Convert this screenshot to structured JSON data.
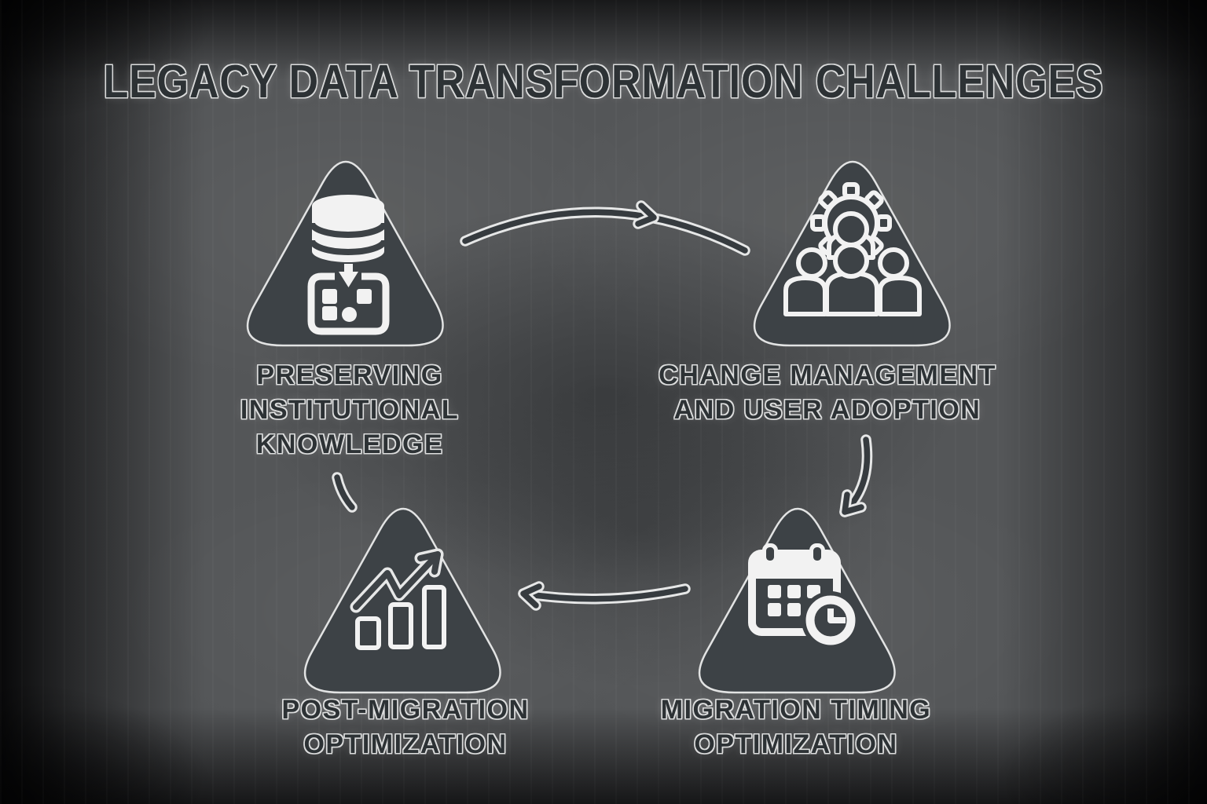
{
  "title": "LEGACY DATA TRANSFORMATION CHALLENGES",
  "nodes": [
    {
      "id": "preserving-knowledge",
      "label": "PRESERVING\nINSTITUTIONAL\nKNOWLEDGE",
      "icon": "database-migration-icon",
      "position": "top-left"
    },
    {
      "id": "change-management",
      "label": "CHANGE MANAGEMENT\nAND USER ADOPTION",
      "icon": "team-gear-icon",
      "position": "top-right"
    },
    {
      "id": "migration-timing",
      "label": "MIGRATION TIMING\nOPTIMIZATION",
      "icon": "calendar-clock-icon",
      "position": "bottom-right"
    },
    {
      "id": "post-migration",
      "label": "POST-MIGRATION\nOPTIMIZATION",
      "icon": "growth-chart-icon",
      "position": "bottom-left"
    }
  ],
  "flow_order": [
    "preserving-knowledge",
    "change-management",
    "migration-timing",
    "post-migration"
  ],
  "colors": {
    "background_mid": "#555759",
    "background_edge": "#0a0a0b",
    "node_fill": "#3d4246",
    "node_stroke": "#e2e3e3",
    "icon_white": "#f2f2f2",
    "arrow_dark": "#363b3f",
    "arrow_outline": "#e6e7e7",
    "label_fill": "#2d3235",
    "label_outline": "#dcdddd"
  }
}
